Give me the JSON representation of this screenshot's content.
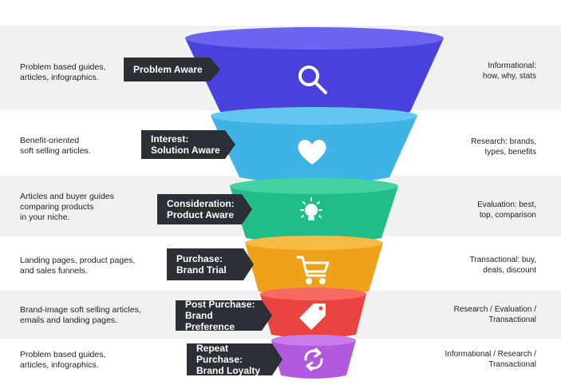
{
  "stages": [
    {
      "left_text": "Problem based guides,\narticles, infographics.",
      "label": "Problem Aware",
      "right_text": "Informational:\nhow, why, stats",
      "icon": "search-icon",
      "color": "#5046e6"
    },
    {
      "left_text": "Benefit-oriented\nsoft selling articles.",
      "label": "Interest:\nSolution Aware",
      "right_text": "Research: brands,\ntypes, benefits",
      "icon": "heart-icon",
      "color": "#46b8ea"
    },
    {
      "left_text": "Articles and buyer guides\ncomparing products\nin your niche.",
      "label": "Consideration:\nProduct Aware",
      "right_text": "Evaluation: best,\ntop, comparison",
      "icon": "lightbulb-icon",
      "color": "#27c48f"
    },
    {
      "left_text": "Landing pages, product pages,\nand sales funnels.",
      "label": "Purchase:\nBrand Trial",
      "right_text": "Transactional: buy,\ndeals, discount",
      "icon": "cart-icon",
      "color": "#f2a81c"
    },
    {
      "left_text": "Brand-image soft selling articles,\nemails and landing pages.",
      "label": "Post Purchase:\nBrand Preference",
      "right_text": "Research / Evaluation /\nTransactional",
      "icon": "tag-icon",
      "color": "#ee4a46"
    },
    {
      "left_text": "Problem based guides,\narticles, infographics.",
      "label": "Repeat Purchase:\nBrand Loyalty",
      "right_text": "Informational / Research /\nTransactional",
      "icon": "refresh-icon",
      "color": "#b65ee0"
    }
  ]
}
